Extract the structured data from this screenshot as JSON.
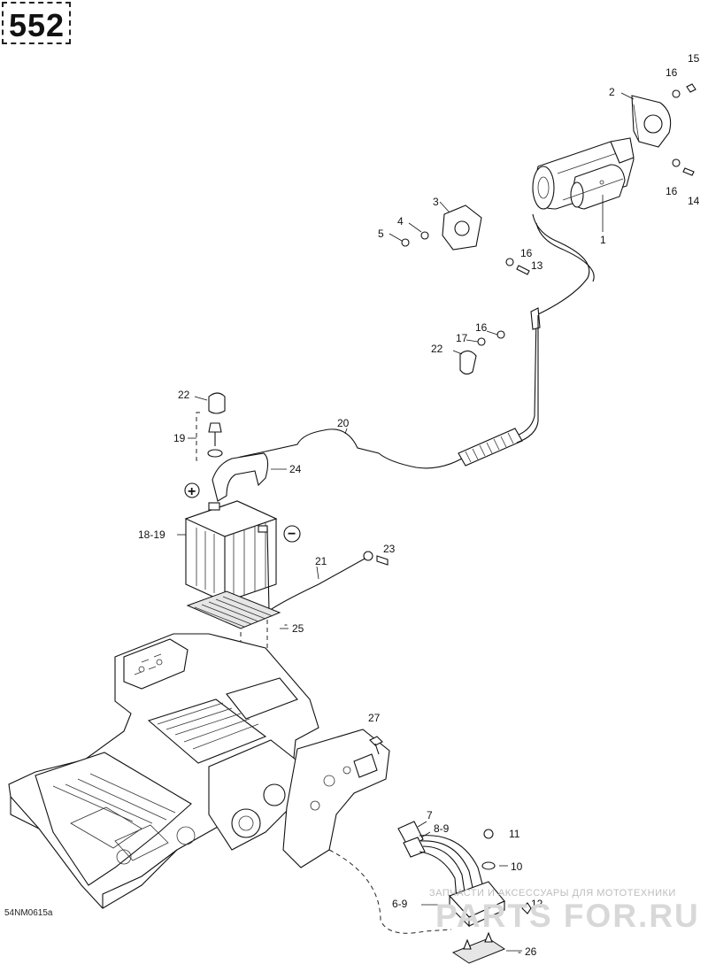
{
  "page": {
    "number": "552",
    "drawing_code": "54NM0615a"
  },
  "watermark": {
    "line1": "ЗАПЧАСТИ И АКСЕССУАРЫ ДЛЯ МОТОТЕХНИКИ",
    "line2": "PARTS FOR.RU"
  },
  "polarity": {
    "positive": "+",
    "negative": "−"
  },
  "callouts": {
    "c1": "1",
    "c2": "2",
    "c3": "3",
    "c4": "4",
    "c5": "5",
    "c7": "7",
    "c8_9": "8-9",
    "c6_9": "6-9",
    "c10": "10",
    "c11": "11",
    "c12": "12",
    "c13": "13",
    "c14": "14",
    "c15": "15",
    "c16a": "16",
    "c16b": "16",
    "c16c": "16",
    "c16d": "16",
    "c17": "17",
    "c18_19": "18-19",
    "c19": "19",
    "c20": "20",
    "c21": "21",
    "c22a": "22",
    "c22b": "22",
    "c23": "23",
    "c24": "24",
    "c25": "25",
    "c26": "26",
    "c27": "27"
  }
}
